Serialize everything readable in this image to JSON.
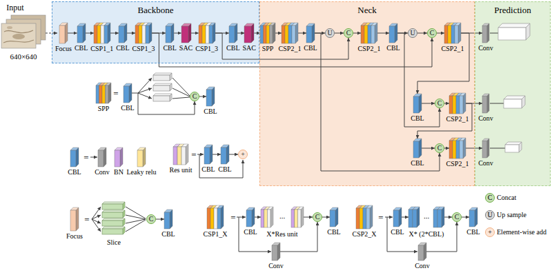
{
  "diagram": {
    "nodes": [
      {
        "text": [
          "Backbone"
        ]
      },
      {
        "text": [
          "Neck"
        ]
      },
      {
        "text": [
          "Prediction"
        ]
      },
      {
        "text": [
          "Focus"
        ],
        "in": 0
      },
      {
        "text": [
          "CBL"
        ],
        "in": 0
      },
      {
        "text": [
          "CSP1_1"
        ],
        "in": 0
      },
      {
        "text": [
          "CBL"
        ],
        "in": 0
      },
      {
        "text": [
          "CSP1_3"
        ],
        "in": 0
      },
      {
        "text": [
          "CBL"
        ],
        "in": 0
      },
      {
        "text": [
          "SAC"
        ],
        "in": 0
      },
      {
        "text": [
          "CSP1_3"
        ],
        "in": 0
      },
      {
        "text": [
          "CBL"
        ],
        "in": 0
      },
      {
        "text": [
          "SAC"
        ],
        "in": 0
      },
      {
        "text": [
          "SPP"
        ],
        "in": 1
      },
      {
        "text": [
          "CSP2_1"
        ],
        "in": 1
      },
      {
        "text": [
          "CBL"
        ],
        "in": 1
      },
      {
        "text": [
          "U"
        ],
        "in": 1
      },
      {
        "text": [
          "C"
        ],
        "in": 1
      },
      {
        "text": [
          "CSP2_1"
        ],
        "in": 1
      },
      {
        "text": [
          "CBL"
        ],
        "in": 1
      },
      {
        "text": [
          "U"
        ],
        "in": 1
      },
      {
        "text": [
          "C"
        ],
        "in": 1
      },
      {
        "text": [
          "CSP2_1"
        ],
        "in": 1
      },
      {
        "text": [
          "Conv"
        ],
        "in": 2
      },
      {
        "text": [
          "CBL"
        ],
        "in": 1
      },
      {
        "text": [
          "C"
        ],
        "in": 1
      },
      {
        "text": [
          "CSP2_1"
        ],
        "in": 1
      },
      {
        "text": [
          "Conv"
        ],
        "in": 2
      },
      {
        "text": [
          "CBL"
        ],
        "in": 1
      },
      {
        "text": [
          "C"
        ],
        "in": 1
      },
      {
        "text": [
          "CSP2_1"
        ],
        "in": 1
      },
      {
        "text": [
          "Conv"
        ],
        "in": 2
      },
      {
        "text": [
          "SPP"
        ]
      },
      {
        "text": [
          "CBL"
        ]
      },
      {
        "text": [
          "C"
        ]
      },
      {
        "text": [
          "CBL"
        ]
      },
      {
        "text": [
          "CBL"
        ]
      },
      {
        "text": [
          "Conv"
        ]
      },
      {
        "text": [
          "BN"
        ]
      },
      {
        "text": [
          "Leaky relu"
        ]
      },
      {
        "text": [
          "Res unit"
        ]
      },
      {
        "text": [
          "CBL"
        ]
      },
      {
        "text": [
          "CBL"
        ]
      },
      {
        "text": [
          "+"
        ]
      },
      {
        "text": [
          "Focus"
        ]
      },
      {
        "text": [
          "C"
        ]
      },
      {
        "text": [
          "CBL"
        ]
      },
      {
        "text": [
          "CSP1_X"
        ]
      },
      {
        "text": [
          "CBL"
        ]
      },
      {
        "text": [
          "X*Res unit"
        ]
      },
      {
        "text": [
          "C"
        ]
      },
      {
        "text": [
          "CBL"
        ]
      },
      {
        "text": [
          "Conv"
        ]
      },
      {
        "text": [
          "CSP2_X"
        ]
      },
      {
        "text": [
          "CBL"
        ]
      },
      {
        "text": [
          "X* (2*CBL)"
        ]
      },
      {
        "text": [
          "C"
        ]
      },
      {
        "text": [
          "CBL"
        ]
      },
      {
        "text": [
          "Conv"
        ]
      }
    ],
    "edges": [
      {
        "from": 3,
        "to": 4,
        "arrow": "to"
      },
      {
        "from": 4,
        "to": 5,
        "arrow": "to"
      },
      {
        "from": 5,
        "to": 6,
        "arrow": "to"
      },
      {
        "from": 6,
        "to": 7,
        "arrow": "to"
      },
      {
        "from": 7,
        "to": 8,
        "arrow": "to"
      },
      {
        "from": 8,
        "to": 9,
        "arrow": "to"
      },
      {
        "from": 9,
        "to": 10,
        "arrow": "to"
      },
      {
        "from": 10,
        "to": 11,
        "arrow": "to"
      },
      {
        "from": 11,
        "to": 12,
        "arrow": "to"
      },
      {
        "from": 12,
        "to": 13,
        "arrow": "to"
      },
      {
        "from": 13,
        "to": 14,
        "arrow": "to"
      },
      {
        "from": 14,
        "to": 15,
        "arrow": "to"
      },
      {
        "from": 15,
        "to": 16,
        "arrow": "to"
      },
      {
        "from": 16,
        "to": 17,
        "arrow": "to"
      },
      {
        "from": 17,
        "to": 18,
        "arrow": "to"
      },
      {
        "from": 18,
        "to": 19,
        "arrow": "to"
      },
      {
        "from": 19,
        "to": 20,
        "arrow": "to"
      },
      {
        "from": 20,
        "to": 21,
        "arrow": "to"
      },
      {
        "from": 21,
        "to": 22,
        "arrow": "to"
      },
      {
        "from": 22,
        "to": 23,
        "arrow": "to"
      },
      {
        "from": 22,
        "to": 24,
        "arrow": "to"
      },
      {
        "from": 24,
        "to": 25,
        "arrow": "to"
      },
      {
        "from": 25,
        "to": 26,
        "arrow": "to"
      },
      {
        "from": 26,
        "to": 27,
        "arrow": "to"
      },
      {
        "from": 26,
        "to": 28,
        "arrow": "to"
      },
      {
        "from": 28,
        "to": 29,
        "arrow": "to"
      },
      {
        "from": 29,
        "to": 30,
        "arrow": "to"
      },
      {
        "from": 30,
        "to": 31,
        "arrow": "to"
      },
      {
        "from": 10,
        "to": 17,
        "arrow": "to"
      },
      {
        "from": 7,
        "to": 21,
        "arrow": "to"
      },
      {
        "from": 19,
        "to": 25,
        "arrow": "to"
      },
      {
        "from": 15,
        "to": 29,
        "arrow": "to"
      },
      {
        "from": 33,
        "to": 34,
        "arrow": "to"
      },
      {
        "from": 34,
        "to": 35,
        "arrow": "to"
      },
      {
        "from": 41,
        "to": 42,
        "arrow": "to"
      },
      {
        "from": 42,
        "to": 43,
        "arrow": "to"
      },
      {
        "from": 45,
        "to": 46,
        "arrow": "to"
      },
      {
        "from": 48,
        "to": 49,
        "arrow": "to"
      },
      {
        "from": 49,
        "to": 50,
        "arrow": "to"
      },
      {
        "from": 52,
        "to": 50,
        "arrow": "to"
      },
      {
        "from": 50,
        "to": 51,
        "arrow": "to"
      },
      {
        "from": 54,
        "to": 55,
        "arrow": "to"
      },
      {
        "from": 55,
        "to": 56,
        "arrow": "to"
      },
      {
        "from": 58,
        "to": 56,
        "arrow": "to"
      },
      {
        "from": 56,
        "to": 57,
        "arrow": "to"
      }
    ],
    "labels": [
      "Input",
      "640×640",
      "=",
      "=",
      "=",
      "=",
      "Slice",
      "=",
      "...",
      "=",
      "...",
      "C",
      "U",
      "+"
    ],
    "legend": [
      {
        "text": "Concat"
      },
      {
        "text": "Up sample"
      },
      {
        "text": "Element-wise add"
      }
    ]
  }
}
